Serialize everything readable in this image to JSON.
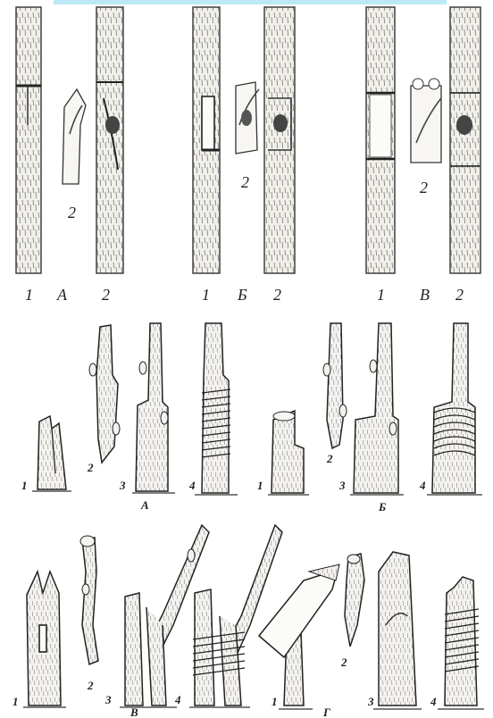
{
  "top_row": [
    {
      "stage_1": "1",
      "letter": "А",
      "stage_2": "2",
      "stage_3": "2"
    },
    {
      "stage_1": "1",
      "letter": "Б",
      "stage_2": "2",
      "stage_3": "2"
    },
    {
      "stage_1": "1",
      "letter": "В",
      "stage_2": "2",
      "stage_3": "2"
    }
  ],
  "middle_row": [
    {
      "n1": "1",
      "n2": "2",
      "n3": "3",
      "n4": "4",
      "letter": "А"
    },
    {
      "n1": "1",
      "n2": "2",
      "n3": "3",
      "n4": "4",
      "letter": "Б"
    }
  ],
  "bottom_row": [
    {
      "n1": "1",
      "n2": "2",
      "n3": "3",
      "n4": "4",
      "letter": "В"
    },
    {
      "n1": "1",
      "n2": "2",
      "n3": "3",
      "n4": "4",
      "letter": "Г"
    }
  ],
  "colors": {
    "ink": "#1f1f1f",
    "bark": "#f1efe9",
    "shade": "#6a6a6a",
    "accent_top": "#bde8f5"
  }
}
